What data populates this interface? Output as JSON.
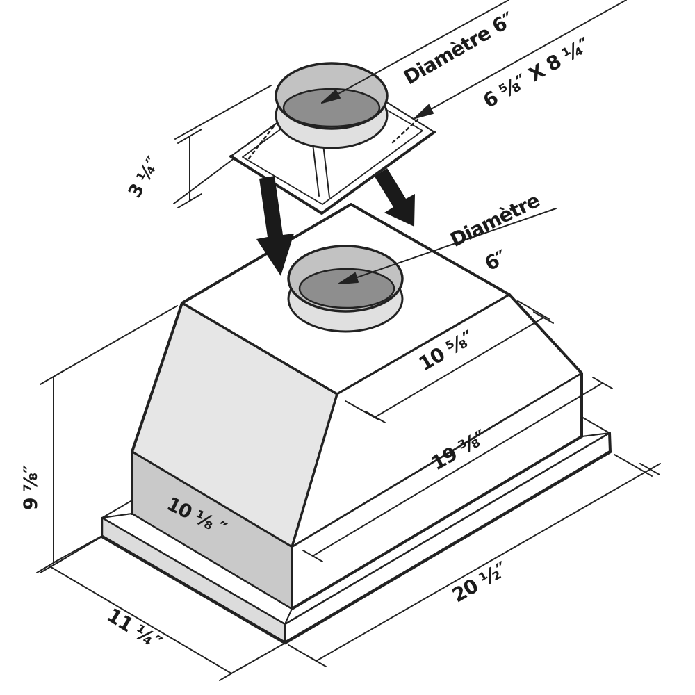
{
  "diagram": {
    "title_hint": "Range hood liner installation / dimension drawing",
    "labels": {
      "top_duct_diameter": "Diamètre 6″",
      "collar_plate_size": "6 ⅝″  X 8 ¼″",
      "collar_height": "3 ¼″",
      "hood_duct_diameter_line1": "Diamètre",
      "hood_duct_diameter_line2": "6″",
      "top_depth": "10 ⅝″",
      "body_width": "19 ⅜″",
      "body_side_depth": "10 ⅛ ″",
      "hood_height": "9 ⅞″",
      "flange_depth": "11 ¼″",
      "flange_width": "20 ½″"
    },
    "palette": {
      "line": "#222222",
      "arrow_fill": "#1a1a1a",
      "sloped_panel": "#e6e6e6",
      "side_band": "#c9c9c9",
      "flange_side": "#dcdcdc",
      "collar_rim": "#c2c2c2",
      "collar_inner_dark": "#8e8e8e",
      "collar_body": "#e0e0e0",
      "background": "#ffffff"
    }
  }
}
